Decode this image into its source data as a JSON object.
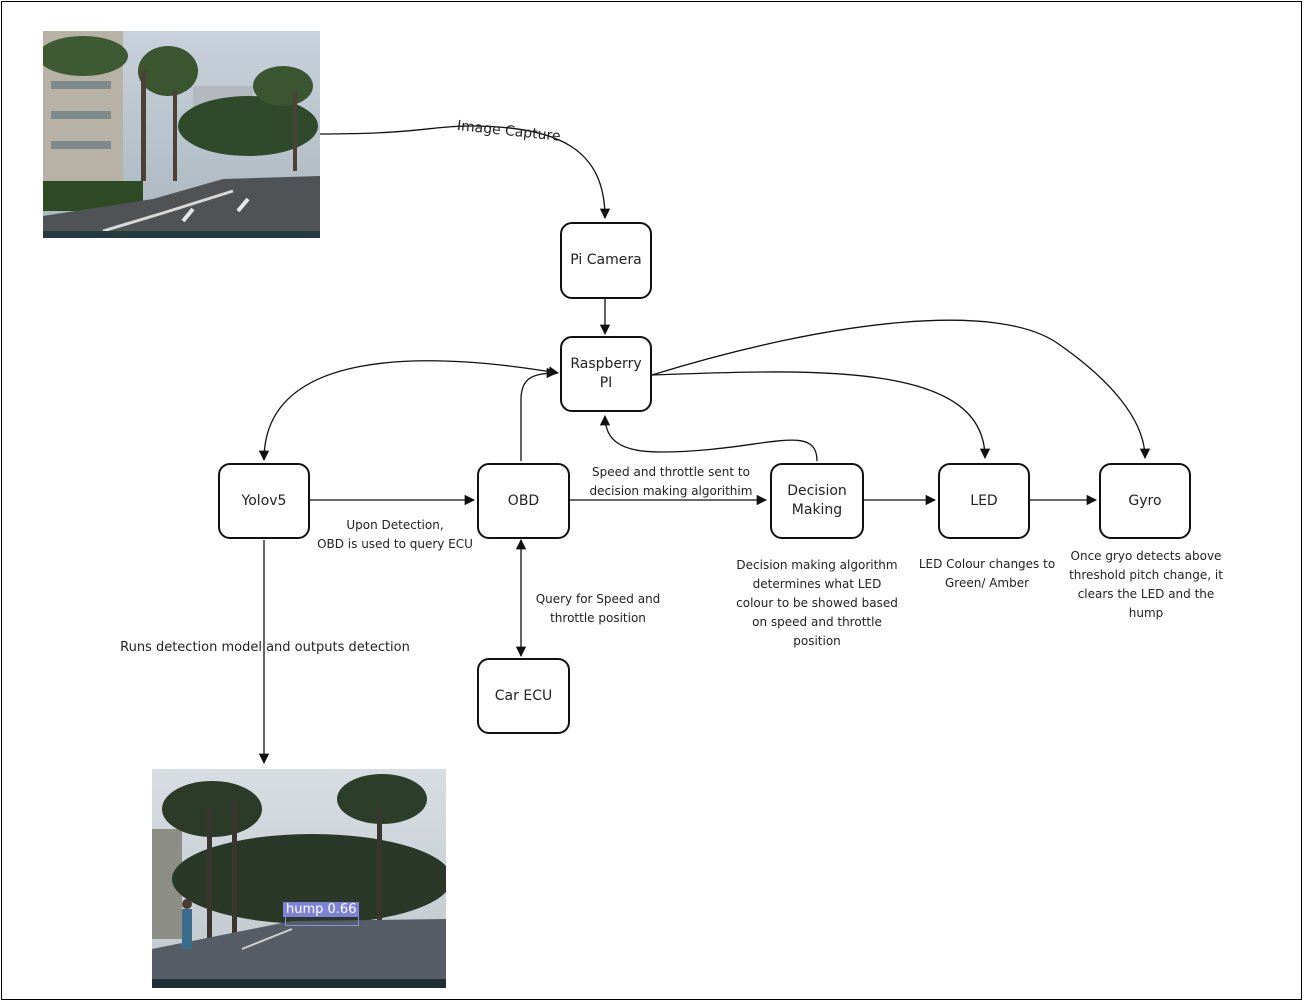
{
  "nodes": {
    "pi_camera": "Pi Camera",
    "raspberry_pi": "Raspberry PI",
    "yolov5": "Yolov5",
    "obd": "OBD",
    "decision_making": "Decision Making",
    "led": "LED",
    "gyro": "Gyro",
    "car_ecu": "Car ECU"
  },
  "edge_labels": {
    "image_capture": "Image Capture",
    "upon_detection": "Upon Detection,\nOBD is used to query ECU",
    "speed_throttle_sent": "Speed and throttle sent to\ndecision making algorithim",
    "query_speed": "Query for Speed and\nthrottle position",
    "runs_detection": "Runs detection model and outputs detection"
  },
  "notes": {
    "decision_note": "Decision making algorithm\ndetermines what LED\ncolour to be showed based\non speed and throttle\nposition",
    "led_note": "LED Colour changes to\nGreen/ Amber",
    "gyro_note": "Once gryo detects above\nthreshold pitch change, it\nclears the LED and the\nhump"
  },
  "detection": {
    "tag": "hump  0.66",
    "box_color": "#7d82d8"
  }
}
